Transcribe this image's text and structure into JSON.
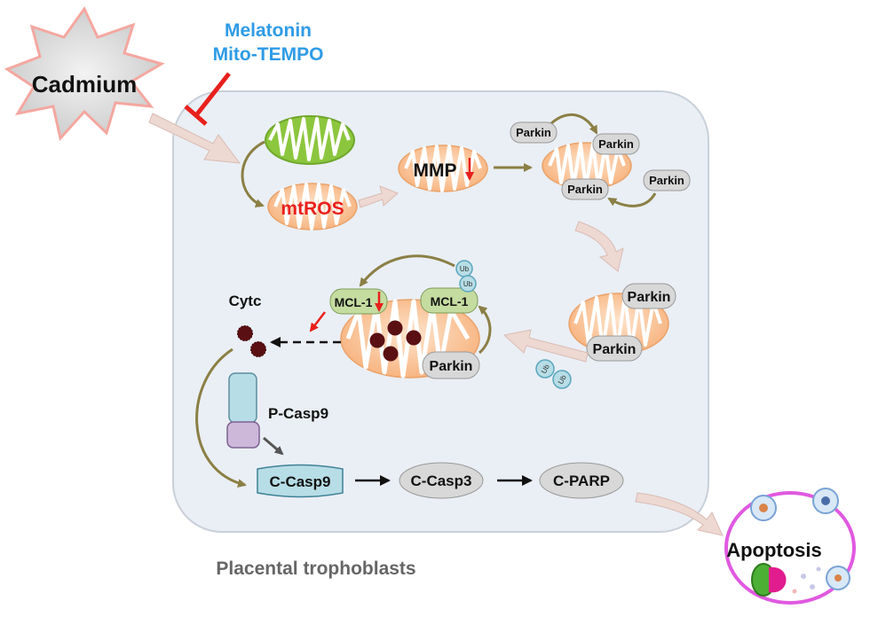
{
  "stressor": {
    "label": "Cadmium"
  },
  "inhibitors": {
    "line1": "Melatonin",
    "line2": "Mito-TEMPO"
  },
  "nodes": {
    "mtros": "mtROS",
    "mmp": "MMP",
    "parkin_a": "Parkin",
    "parkin_b": "Parkin",
    "parkin_c": "Parkin",
    "parkin_d": "Parkin",
    "parkin_e": "Parkin",
    "parkin_f": "Parkin",
    "parkin_g": "Parkin",
    "mcl1_low": "MCL-1",
    "mcl1_ub": "MCL-1",
    "ub": "Ub",
    "cytc": "Cytc",
    "pcasp9": "P-Casp9",
    "ccasp9": "C-Casp9",
    "ccasp3": "C-Casp3",
    "cparp": "C-PARP",
    "apoptosis": "Apoptosis"
  },
  "cell_label": "Placental trophoblasts",
  "colors": {
    "cell_fill": "#eaeff5",
    "cell_stroke": "#c9d0d9",
    "mito_fill": "#f9c49a",
    "mito_green": "#8cc63e",
    "inhibitor_blue": "#2e9be6",
    "inhibit_red": "#e8201c",
    "olive_arrow": "#8b7f45",
    "pink_arrow": "#eed8d2",
    "parkin_fill": "#d8d8d8",
    "mcl1_fill": "#c5dca0",
    "casp9_fill": "#b7dde6",
    "cytc_fill": "#5a0f12"
  }
}
